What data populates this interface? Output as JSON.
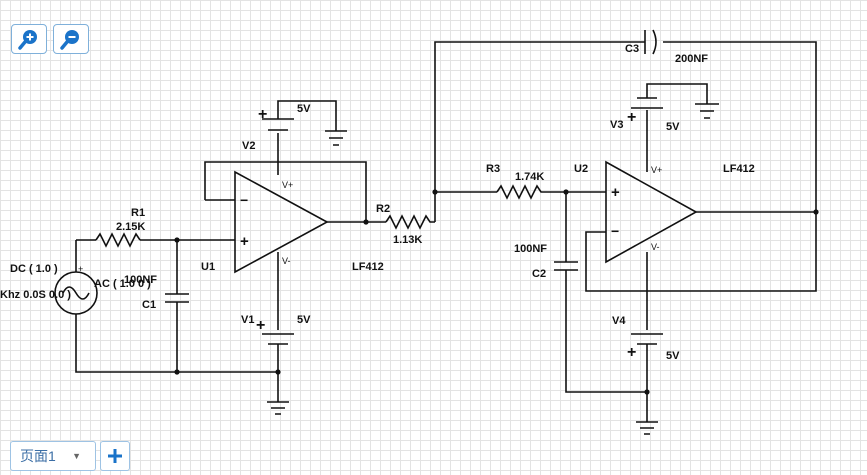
{
  "toolbar": {
    "zoom_in_icon": "zoom-in-icon",
    "zoom_out_icon": "zoom-out-icon",
    "accent": "#1a73c9"
  },
  "page_tabs": {
    "current": "页面1",
    "add_icon": "plus-icon"
  },
  "components": {
    "r1": {
      "name": "R1",
      "value": "2.15K"
    },
    "r2": {
      "name": "R2",
      "value": "1.13K"
    },
    "r3": {
      "name": "R3",
      "value": "1.74K"
    },
    "c1": {
      "name": "C1",
      "value": "100NF"
    },
    "c2": {
      "name": "C2",
      "value": "100NF"
    },
    "c3": {
      "name": "C3",
      "value": "200NF"
    },
    "u1": {
      "name": "U1",
      "model": "LF412"
    },
    "u2": {
      "name": "U2",
      "model": "LF412"
    },
    "v1": {
      "name": "V1",
      "value": "5V"
    },
    "v2": {
      "name": "V2",
      "value": "5V"
    },
    "v3": {
      "name": "V3",
      "value": "5V"
    },
    "v4": {
      "name": "V4",
      "value": "5V"
    },
    "source": {
      "dc": "DC ( 1.0 )",
      "ac": "AC ( 1.0 0 )",
      "freq": "Khz 0.0S 0.0 )"
    },
    "pins": {
      "plus": "+",
      "minus": "−",
      "vplus": "V+",
      "vminus": "V-"
    }
  }
}
